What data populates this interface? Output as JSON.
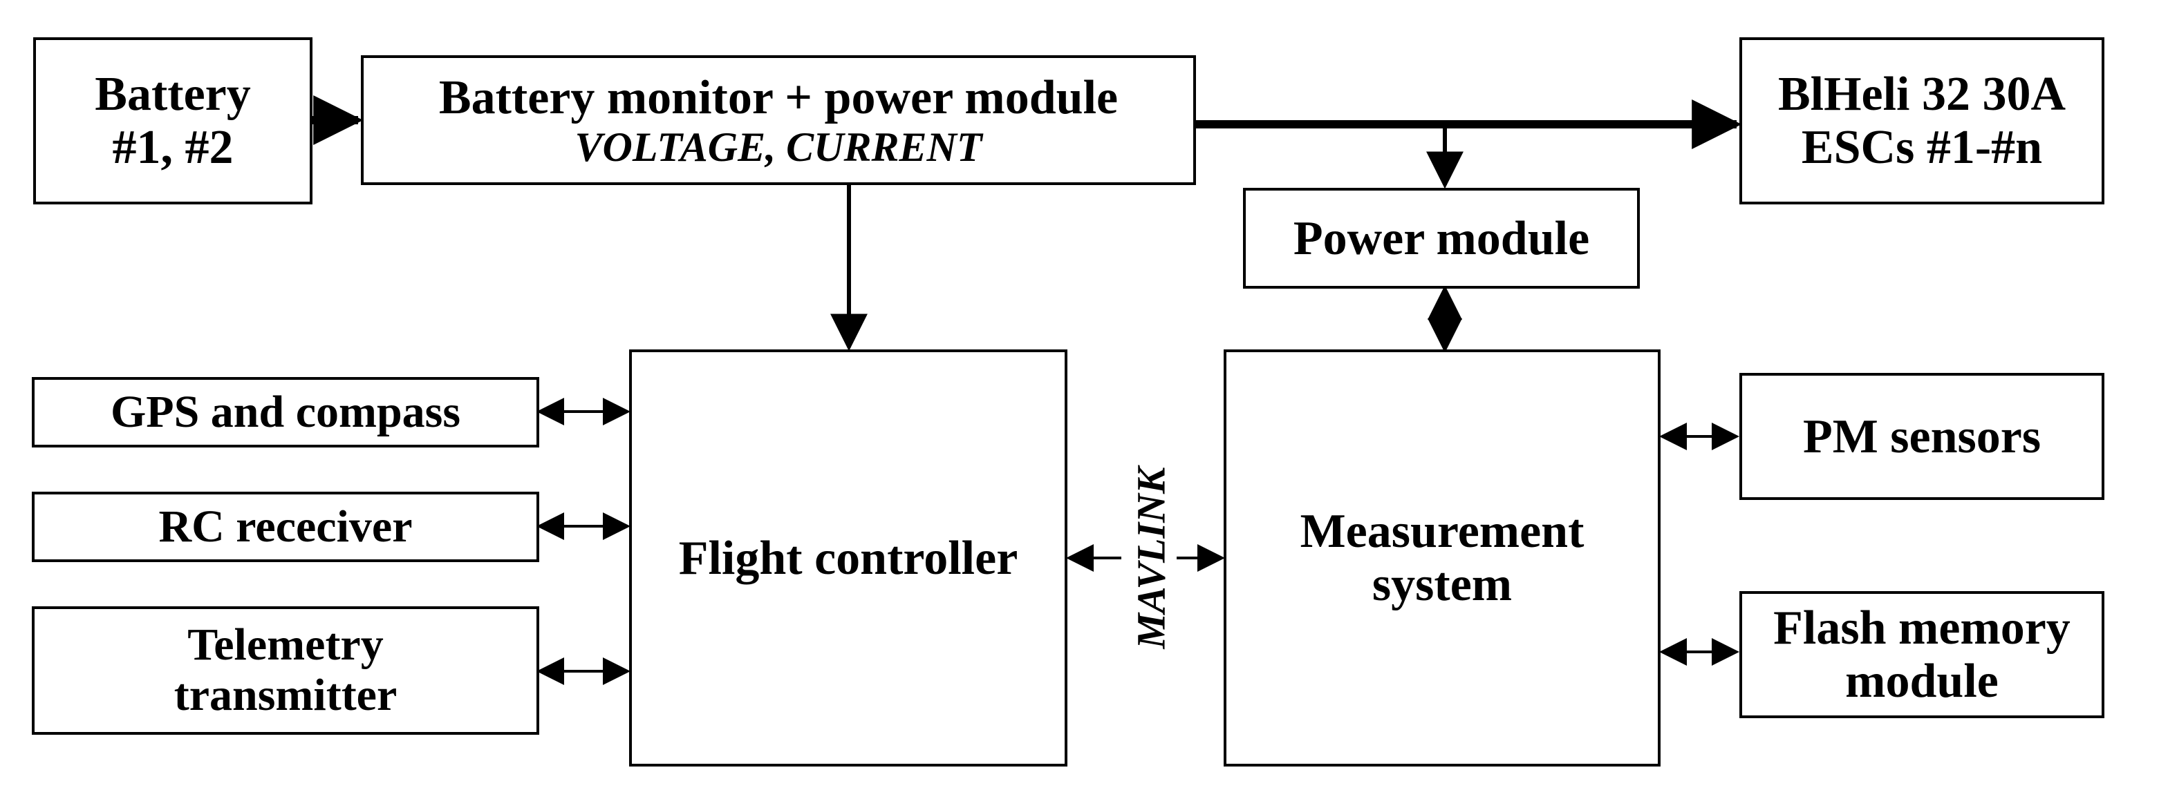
{
  "diagram": {
    "battery": {
      "line1": "Battery",
      "line2": "#1, #2"
    },
    "battery_monitor": {
      "title": "Battery monitor + power module",
      "subtitle": "VOLTAGE, CURRENT"
    },
    "escs": {
      "line1": "BlHeli 32 30A",
      "line2": "ESCs #1-#n"
    },
    "power_module": {
      "label": "Power module"
    },
    "gps": {
      "label": "GPS and compass"
    },
    "rc_receiver": {
      "label": "RC receciver"
    },
    "telemetry": {
      "line1": "Telemetry",
      "line2": "transmitter"
    },
    "flight_controller": {
      "label": "Flight controller"
    },
    "link_label": "MAVLINK",
    "measurement": {
      "line1": "Measurement",
      "line2": "system"
    },
    "pm_sensors": {
      "label": "PM sensors"
    },
    "flash": {
      "line1": "Flash memory",
      "line2": "module"
    }
  }
}
